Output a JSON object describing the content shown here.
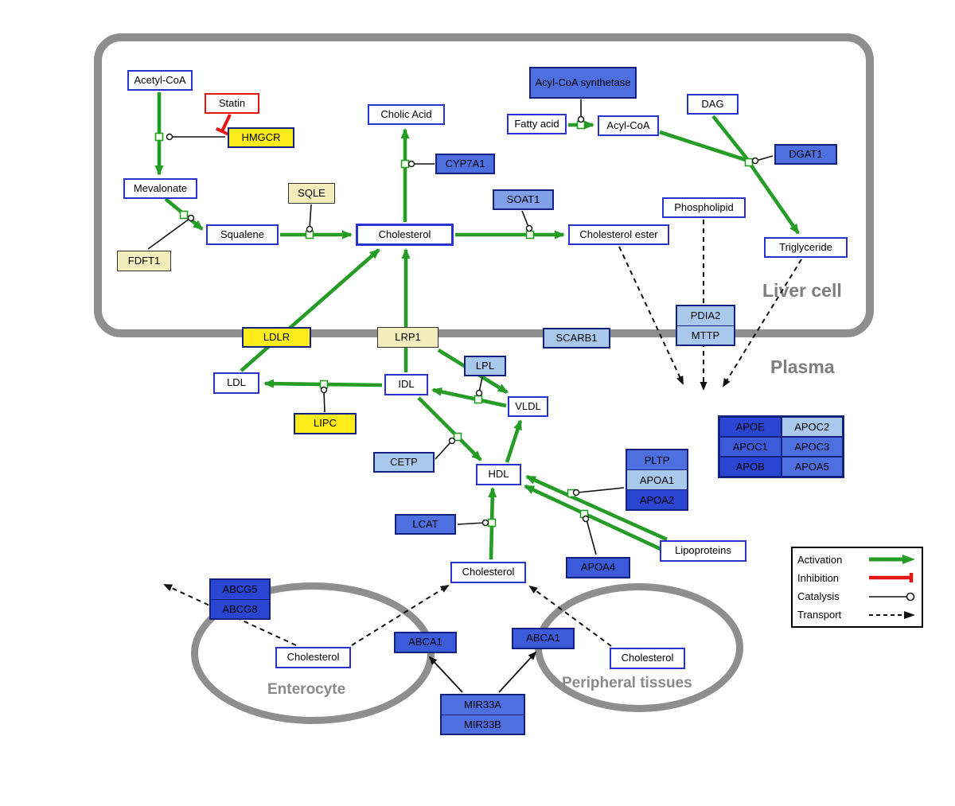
{
  "compartments": {
    "liver_cell": "Liver cell",
    "plasma": "Plasma",
    "enterocyte": "Enterocyte",
    "peripheral_tissues": "Peripheral tissues"
  },
  "nodes": {
    "acetyl_coa": {
      "label": "Acetyl-CoA"
    },
    "statin": {
      "label": "Statin"
    },
    "hmgcr": {
      "label": "HMGCR"
    },
    "mevalonate": {
      "label": "Mevalonate"
    },
    "fdft1": {
      "label": "FDFT1"
    },
    "squalene": {
      "label": "Squalene"
    },
    "sqle": {
      "label": "SQLE"
    },
    "cholesterol_liver": {
      "label": "Cholesterol"
    },
    "cholic_acid": {
      "label": "Cholic Acid"
    },
    "cyp7a1": {
      "label": "CYP7A1"
    },
    "soat1": {
      "label": "SOAT1"
    },
    "cholesterol_ester": {
      "label": "Cholesterol ester"
    },
    "acyl_coa_synthetase": {
      "label": "Acyl-CoA synthetase"
    },
    "fatty_acid": {
      "label": "Fatty acid"
    },
    "acyl_coa": {
      "label": "Acyl-CoA"
    },
    "dag": {
      "label": "DAG"
    },
    "dgat1": {
      "label": "DGAT1"
    },
    "phospholipid": {
      "label": "Phospholipid"
    },
    "triglyceride": {
      "label": "Triglyceride"
    },
    "pdia2": {
      "label": "PDIA2"
    },
    "mttp": {
      "label": "MTTP"
    },
    "ldlr": {
      "label": "LDLR"
    },
    "lrp1": {
      "label": "LRP1"
    },
    "scarb1": {
      "label": "SCARB1"
    },
    "ldl": {
      "label": "LDL"
    },
    "idl": {
      "label": "IDL"
    },
    "lpl": {
      "label": "LPL"
    },
    "vldl": {
      "label": "VLDL"
    },
    "lipc": {
      "label": "LIPC"
    },
    "cetp": {
      "label": "CETP"
    },
    "hdl": {
      "label": "HDL"
    },
    "lcat": {
      "label": "LCAT"
    },
    "apoa4": {
      "label": "APOA4"
    },
    "pltp": {
      "label": "PLTP"
    },
    "apoa1": {
      "label": "APOA1"
    },
    "apoa2": {
      "label": "APOA2"
    },
    "lipoproteins": {
      "label": "Lipoproteins"
    },
    "apoe": {
      "label": "APOE"
    },
    "apoc2": {
      "label": "APOC2"
    },
    "apoc1": {
      "label": "APOC1"
    },
    "apoc3": {
      "label": "APOC3"
    },
    "apob": {
      "label": "APOB"
    },
    "apoa5": {
      "label": "APOA5"
    },
    "cholesterol_plasma": {
      "label": "Cholesterol"
    },
    "abcg5": {
      "label": "ABCG5"
    },
    "abcg8": {
      "label": "ABCG8"
    },
    "cholesterol_enterocyte": {
      "label": "Cholesterol"
    },
    "abca1_enterocyte": {
      "label": "ABCA1"
    },
    "abca1_peripheral": {
      "label": "ABCA1"
    },
    "cholesterol_peripheral": {
      "label": "Cholesterol"
    },
    "mir33a": {
      "label": "MIR33A"
    },
    "mir33b": {
      "label": "MIR33B"
    }
  },
  "legend": {
    "activation": "Activation",
    "inhibition": "Inhibition",
    "catalysis": "Catalysis",
    "transport": "Transport"
  },
  "colors": {
    "activation_green": "#259c25",
    "inhibition_red": "#e81313",
    "membrane_gray": "#8e8e8e",
    "highlight_yellow": "#ffec1a",
    "pale_yellow": "#f2edbb",
    "light_blue": "#a9c9ec",
    "medium_blue": "#4d6fe0",
    "dark_blue": "#2945d2",
    "metabolite_border_blue": "#2733cc"
  }
}
